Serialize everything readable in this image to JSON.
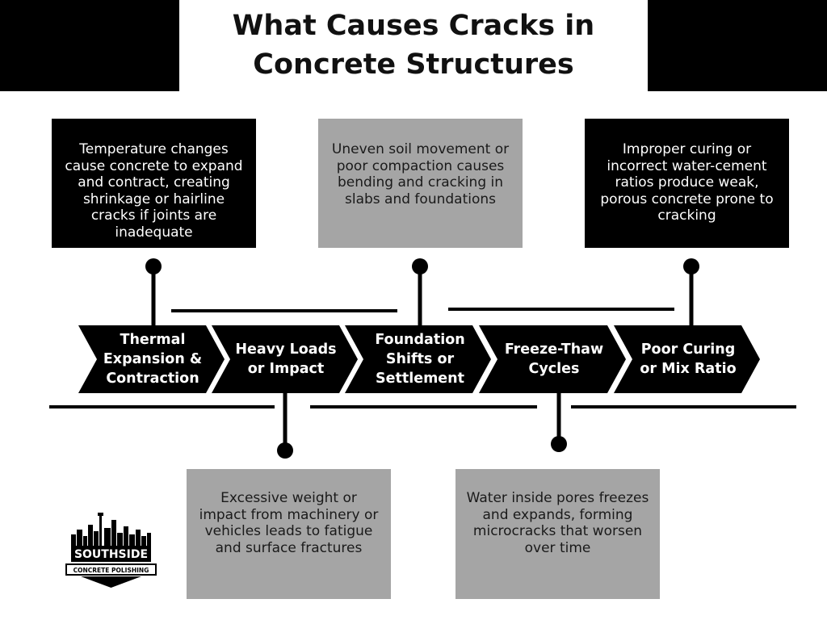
{
  "title": {
    "line1": "What Causes Cracks in",
    "line2": "Concrete Structures"
  },
  "causes": [
    {
      "label": "Thermal Expansion & Contraction",
      "description": "Temperature changes cause concrete to expand and contract, creating shrinkage or hairline cracks if joints are inadequate"
    },
    {
      "label": "Heavy Loads or Impact",
      "description": "Excessive weight or impact from machinery or vehicles leads to fatigue and surface fractures"
    },
    {
      "label": "Foundation Shifts or Settlement",
      "description": "Uneven soil movement or poor compaction causes bending and cracking in slabs and foundations"
    },
    {
      "label": "Freeze-Thaw Cycles",
      "description": "Water inside pores freezes and expands, forming microcracks that worsen over time"
    },
    {
      "label": "Poor Curing or Mix Ratio",
      "description": "Improper curing or incorrect water-cement ratios produce weak, porous concrete prone to cracking"
    }
  ],
  "logo": {
    "brand": "SOUTHSIDE",
    "tagline": "CONCRETE POLISHING"
  },
  "colors": {
    "dark": "#000000",
    "grey": "#a5a5a5",
    "background": "#ffffff"
  }
}
